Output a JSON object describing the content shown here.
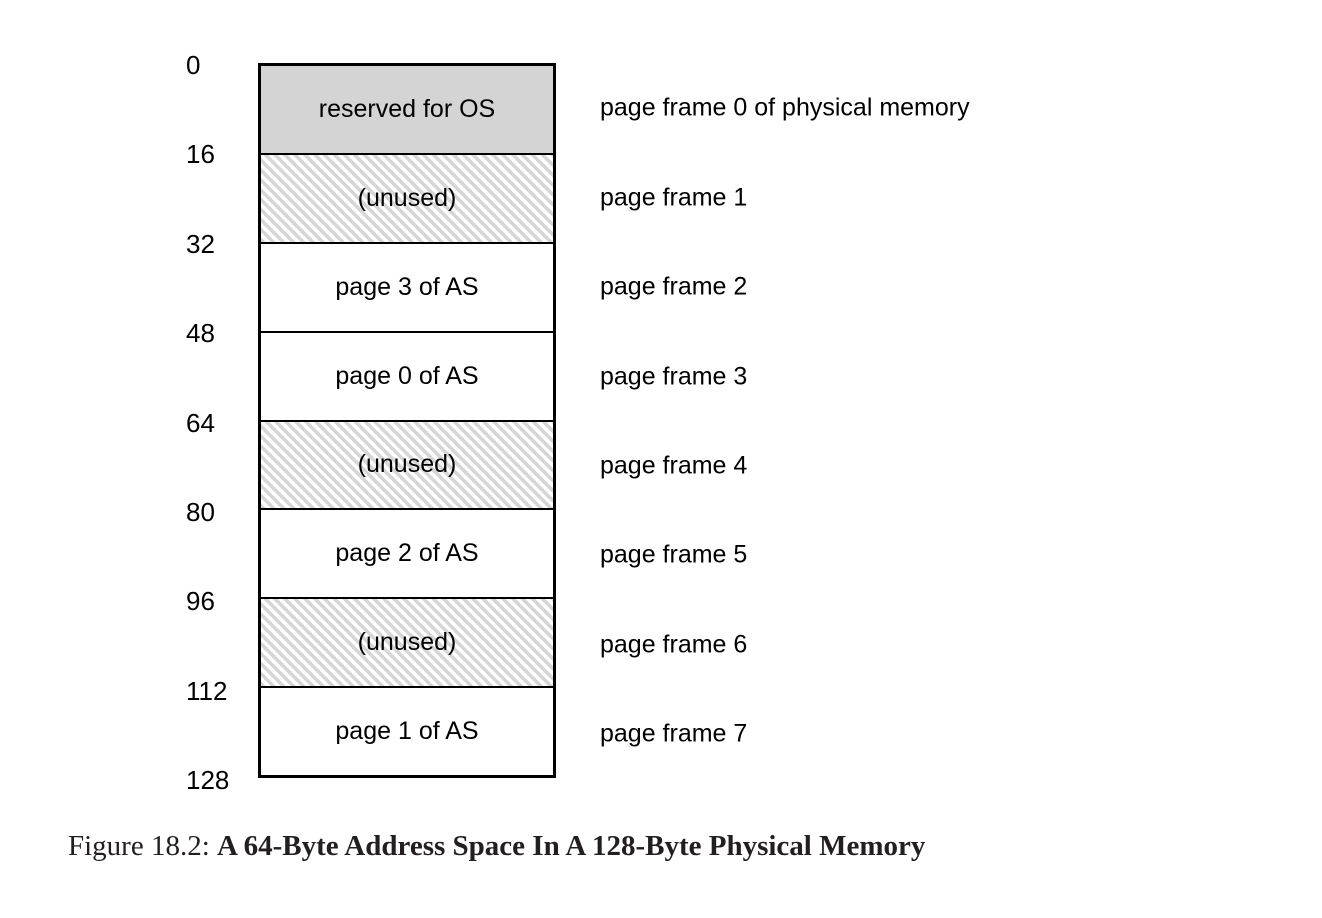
{
  "figure": {
    "caption_prefix": "Figure 18.2:",
    "caption_title": "A 64-Byte Address Space In A 128-Byte Physical Memory"
  },
  "memory": {
    "addresses": [
      "0",
      "16",
      "32",
      "48",
      "64",
      "80",
      "96",
      "112",
      "128"
    ],
    "frames": [
      {
        "content": "reserved for OS",
        "fill": "fill-solid",
        "label": "page frame 0 of physical memory"
      },
      {
        "content": "(unused)",
        "fill": "fill-hatch",
        "label": "page frame 1"
      },
      {
        "content": "page 3 of AS",
        "fill": "fill-white",
        "label": "page frame 2"
      },
      {
        "content": "page 0 of AS",
        "fill": "fill-white",
        "label": "page frame 3"
      },
      {
        "content": "(unused)",
        "fill": "fill-hatch",
        "label": "page frame 4"
      },
      {
        "content": "page 2 of AS",
        "fill": "fill-white",
        "label": "page frame 5"
      },
      {
        "content": "(unused)",
        "fill": "fill-hatch",
        "label": "page frame 6"
      },
      {
        "content": "page 1 of AS",
        "fill": "fill-white",
        "label": "page frame 7"
      }
    ]
  },
  "colors": {
    "os_reserved_fill": "#d4d4d4",
    "hatch_stripe": "#d6d6d6",
    "border": "#000000",
    "caption_text": "#231f20"
  }
}
